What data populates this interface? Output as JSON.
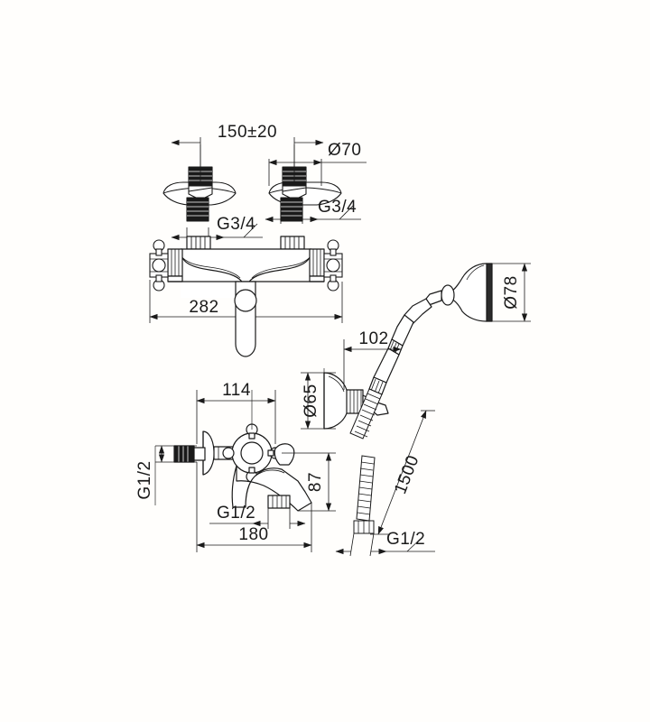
{
  "drawing": {
    "title": "Thermostatic bath shower mixer technical drawing",
    "background_color": "#fffefc",
    "line_color": "#1a1a1a",
    "units": "mm"
  },
  "dimensions": {
    "wall_inlet_spacing": "150±20",
    "wall_flange_diameter": "Ø70",
    "inlet_thread_left": "G3/4",
    "inlet_thread_right": "G3/4",
    "mixer_body_width": "282",
    "shower_head_diameter": "Ø78",
    "handset_projection": "102",
    "wall_bracket_diameter": "Ø65",
    "spout_handle_offset": "114",
    "spout_inlet_thread": "G1/2",
    "spout_outlet_thread": "G1/2",
    "spout_height": "87",
    "spout_length": "180",
    "hose_length": "1500",
    "hose_thread": "G1/2"
  },
  "components": {
    "eccentric_connector_left": "eccentric-wall-connector-left",
    "eccentric_connector_right": "eccentric-wall-connector-right",
    "thermostatic_mixer": "thermostatic-mixer-body",
    "cross_handle_left": "cross-handle-left",
    "cross_handle_right": "cross-handle-right",
    "diverter_knob": "diverter-knob",
    "bath_filler": "bath-filler-spout",
    "bath_cross_handle": "bath-cross-handle",
    "hand_shower": "hand-shower-head",
    "shower_holder": "shower-wall-holder",
    "flexible_hose": "flexible-shower-hose"
  }
}
